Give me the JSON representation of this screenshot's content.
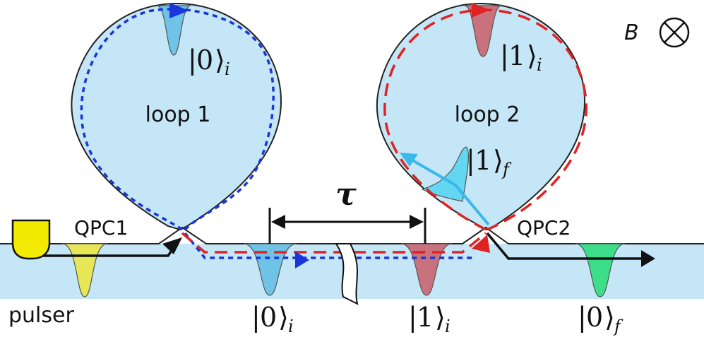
{
  "labels": {
    "loop1": "loop 1",
    "loop2": "loop 2",
    "qpc1": "QPC1",
    "qpc2": "QPC2",
    "pulser": "pulser",
    "field_symbol": "B",
    "delay_symbol": "τ"
  },
  "states": {
    "loop1_top": {
      "ket": "0",
      "sub": "i"
    },
    "loop2_top": {
      "ket": "1",
      "sub": "i"
    },
    "loop2_exit": {
      "ket": "1",
      "sub": "f"
    },
    "channel_1": {
      "ket": "0",
      "sub": "i"
    },
    "channel_2": {
      "ket": "1",
      "sub": "i"
    },
    "channel_out": {
      "ket": "0",
      "sub": "f"
    }
  },
  "colors": {
    "channel_fill": "#c5e6f6",
    "loop_fill": "#c5e6f6",
    "outline": "#222222",
    "pulser_fill": "#f2ea00",
    "pulse_yellow": "#e6e656",
    "pulse_blue": "#6fc3e6",
    "pulse_red": "#c9727d",
    "pulse_green": "#3dde8a",
    "pulse_cyan": "#63d6f1",
    "path_blue": "#1a35d9",
    "path_red": "#e02222",
    "path_black": "#111111",
    "arrow_cyan": "#3bb8ea"
  },
  "icons": {
    "field": "circle-cross-icon"
  }
}
